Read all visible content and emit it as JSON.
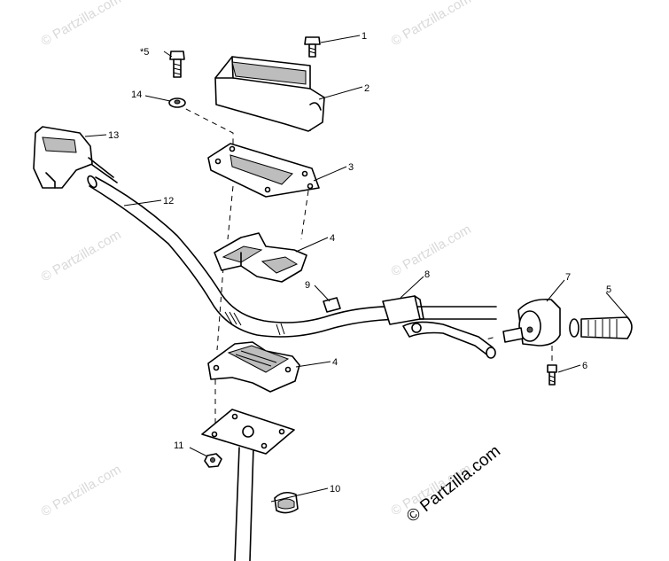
{
  "watermark": {
    "text": "© Partzilla.com",
    "color": "#d9d9d9"
  },
  "copyright": {
    "text": "© Partzilla.com"
  },
  "callouts": {
    "c1": "1",
    "c2": "2",
    "c3": "3",
    "c4a": "4",
    "c4b": "4",
    "c5a": "*5",
    "c5b": "5",
    "c6": "6",
    "c7": "7",
    "c8": "8",
    "c9": "9",
    "c10": "10",
    "c11": "11",
    "c12": "12",
    "c13": "13",
    "c14": "14"
  }
}
